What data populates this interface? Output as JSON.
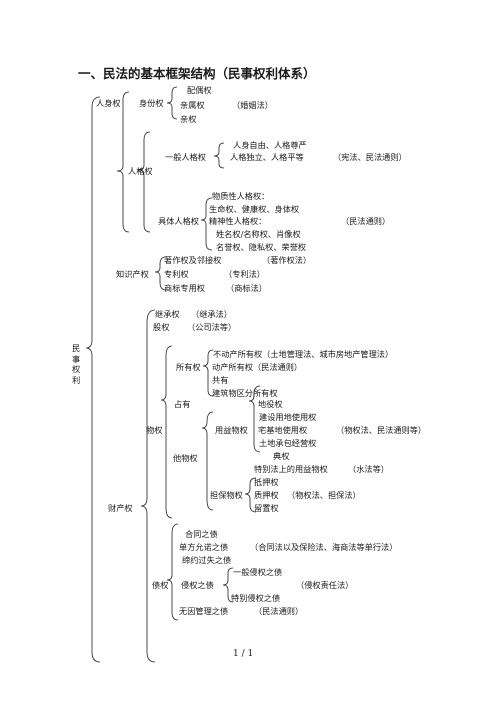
{
  "title": "一、民法的基本框架结构（民事权利体系）",
  "root": "民事权利",
  "personal": {
    "label": "人身权",
    "status": {
      "label": "身份权",
      "items": [
        "配偶权",
        "亲属权",
        "（婚姻法）",
        "亲权"
      ]
    },
    "personality": {
      "label": "人格权",
      "general": {
        "label": "一般人格权",
        "items": [
          "人身自由、人格尊严",
          "人格独立、人格平等",
          "（宪法、民法通则）"
        ]
      },
      "specific": {
        "label": "具体人格权",
        "items": [
          "物质性人格权：",
          "生命权、健康权、身体权",
          "精神性人格权：",
          "（民法通则）",
          "姓名权/名称权、肖像权",
          "名誉权、隐私权、荣誉权"
        ]
      }
    }
  },
  "ip": {
    "label": "知识产权",
    "items": [
      "著作权及邻接权",
      "（著作权法）",
      "专利权",
      "（专利法）",
      "商标专用权",
      "（商标法）"
    ]
  },
  "property": {
    "label": "财产权",
    "inherit": {
      "label": "继承权",
      "law": "（继承法）"
    },
    "equity": {
      "label": "股权",
      "law": "（公司法等）"
    },
    "real": {
      "label": "物权",
      "own": {
        "label": "所有权",
        "items": [
          "不动产所有权（土地管理法、城市房地产管理法）",
          "动产所有权（民法通则）",
          "共有",
          "建筑物区分所有权"
        ]
      },
      "possession": {
        "label": "占有",
        "extra": "地役权"
      },
      "limited": {
        "label": "他物权",
        "usufruct": {
          "label": "用益物权",
          "items": [
            "建设用地使用权",
            "宅基地使用权",
            "（物权法、民法通则等）",
            "土地承包经营权",
            "典权",
            "特别法上的用益物权",
            "（水法等）"
          ]
        },
        "security": {
          "label": "担保物权",
          "items": [
            "抵押权",
            "质押权",
            "（物权法、担保法）",
            "留置权"
          ]
        }
      }
    },
    "creditor": {
      "label": "债权",
      "items": [
        "合同之债",
        "单方允诺之债",
        "（合同法以及保险法、海商法等单行法）",
        "缔约过失之债"
      ],
      "tort": {
        "label": "侵权之债",
        "items": [
          "一般侵权之债",
          "（侵权责任法）",
          "特别侵权之债"
        ]
      },
      "agency": {
        "label": "无因管理之债",
        "law": "（民法通则）"
      }
    }
  },
  "footer": "1  /  1"
}
